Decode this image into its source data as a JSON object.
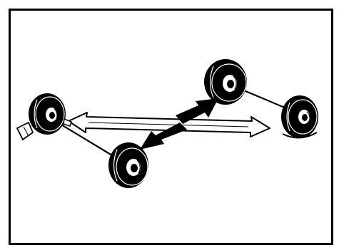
{
  "diagram": {
    "kind": "tire-rotation-illustration",
    "tires": [
      {
        "id": "left-tire",
        "has_valve_tag": true
      },
      {
        "id": "bottom-tire",
        "has_valve_tag": false
      },
      {
        "id": "top-tire",
        "has_valve_tag": false
      },
      {
        "id": "right-tire",
        "has_valve_tag": false
      }
    ],
    "axles": [
      {
        "id": "axle-left",
        "connects": [
          "left-tire",
          "bottom-tire"
        ]
      },
      {
        "id": "axle-right",
        "connects": [
          "top-tire",
          "right-tire"
        ]
      }
    ],
    "arrows": [
      {
        "id": "swap-arrow-left-right",
        "style": "outlined-double-headed",
        "between": [
          "left-tire",
          "right-tire"
        ]
      },
      {
        "id": "arrow-to-top-tire",
        "style": "solid-black",
        "direction": "up-right"
      },
      {
        "id": "arrow-to-bottom-tire",
        "style": "solid-black",
        "direction": "down-left"
      }
    ],
    "colors": {
      "ink": "#000000",
      "paper": "#ffffff",
      "frame": "#000000"
    }
  }
}
